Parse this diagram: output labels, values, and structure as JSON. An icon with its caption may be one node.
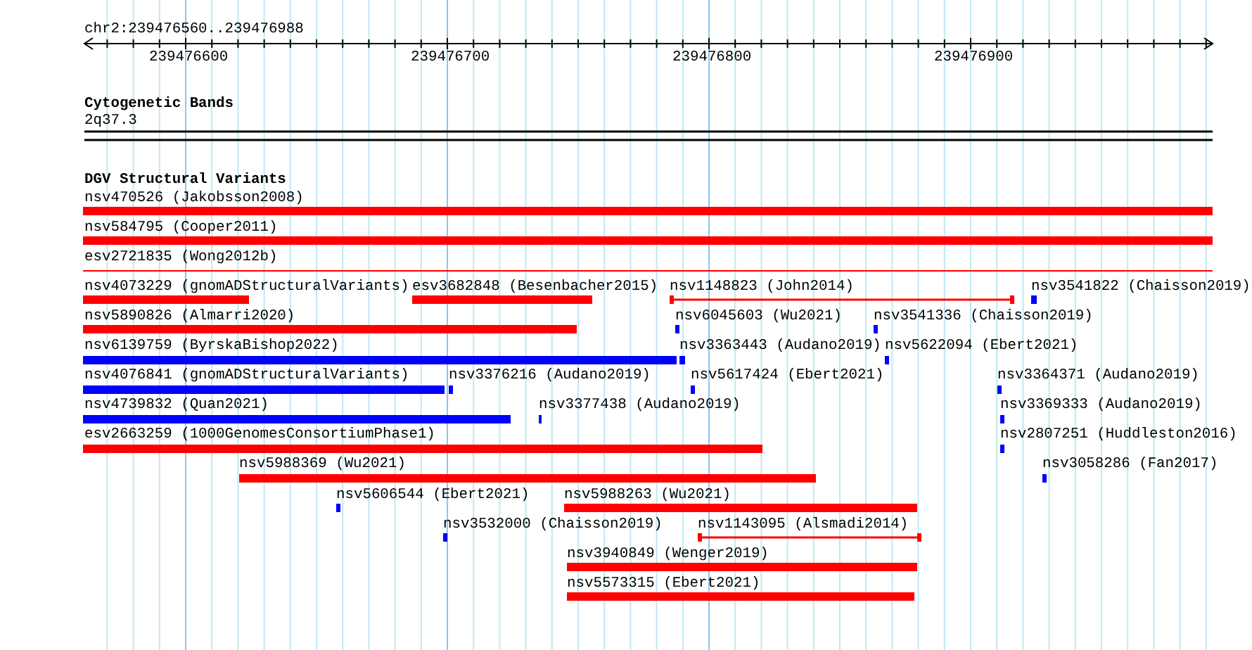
{
  "diagram": {
    "nodes": [
      {
        "text": [
          "nsv470526 (Jakobsson2008)"
        ]
      },
      {
        "text": [
          "nsv584795 (Cooper2011)"
        ]
      },
      {
        "text": [
          "esv2721835 (Wong2012b)"
        ]
      },
      {
        "text": [
          "nsv4073229 (gnomADStructuralVariants)"
        ]
      },
      {
        "text": [
          "esv3682848 (Besenbacher2015)"
        ]
      },
      {
        "text": [
          "nsv1148823 (John2014)"
        ]
      },
      {
        "text": [
          "nsv3541822 (Chaisson2019)"
        ]
      },
      {
        "text": [
          "nsv5890826 (Almarri2020)"
        ]
      },
      {
        "text": [
          "nsv6045603 (Wu2021)"
        ]
      },
      {
        "text": [
          "nsv3541336 (Chaisson2019)"
        ]
      },
      {
        "text": [
          "nsv6139759 (ByrskaBishop2022)"
        ]
      },
      {
        "text": [
          "nsv3363443 (Audano2019)"
        ]
      },
      {
        "text": [
          "nsv5622094 (Ebert2021)"
        ]
      },
      {
        "text": [
          "nsv4076841 (gnomADStructuralVariants)"
        ]
      },
      {
        "text": [
          "nsv3376216 (Audano2019)"
        ]
      },
      {
        "text": [
          "nsv5617424 (Ebert2021)"
        ]
      },
      {
        "text": [
          "nsv3364371 (Audano2019)"
        ]
      },
      {
        "text": [
          "nsv4739832 (Quan2021)"
        ]
      },
      {
        "text": [
          "nsv3377438 (Audano2019)"
        ]
      },
      {
        "text": [
          "nsv3369333 (Audano2019)"
        ]
      },
      {
        "text": [
          "esv2663259 (1000GenomesConsortiumPhase1)"
        ]
      },
      {
        "text": [
          "nsv2807251 (Huddleston2016)"
        ]
      },
      {
        "text": [
          "nsv5988369 (Wu2021)"
        ]
      },
      {
        "text": [
          "nsv3058286 (Fan2017)"
        ]
      },
      {
        "text": [
          "nsv5606544 (Ebert2021)"
        ]
      },
      {
        "text": [
          "nsv5988263 (Wu2021)"
        ]
      },
      {
        "text": [
          "nsv3532000 (Chaisson2019)"
        ]
      },
      {
        "text": [
          "nsv1143095 (Alsmadi2014)"
        ]
      },
      {
        "text": [
          "nsv3940849 (Wenger2019)"
        ]
      },
      {
        "text": [
          "nsv5573315 (Ebert2021)"
        ]
      }
    ],
    "labels": [
      "chr2:239476560..239476988",
      "239476600",
      "239476700",
      "239476800",
      "239476900",
      "Cytogenetic Bands",
      "2q37.3",
      "DGV Structural Variants"
    ]
  }
}
